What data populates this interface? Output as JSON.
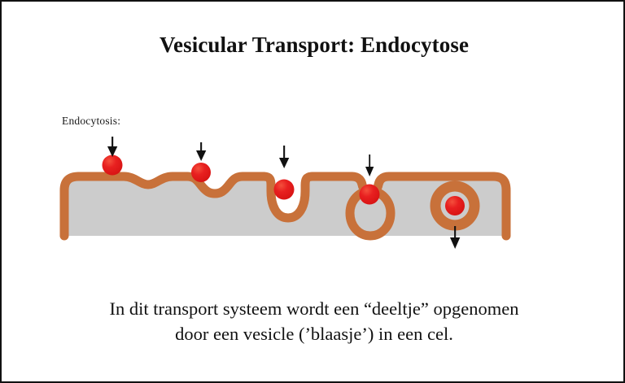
{
  "slide": {
    "title": "Vesicular Transport: Endocytose",
    "border_color": "#111111",
    "background": "#ffffff"
  },
  "diagram": {
    "label": "Endocytosis:",
    "membrane_color": "#c8713a",
    "cytoplasm_color": "#cccccc",
    "particle_color": "#e51b1b",
    "particle_highlight": "#f44a3a",
    "vesicle_lumen_color": "#ffffff",
    "arrow_color": "#111111",
    "stages": [
      {
        "name": "particle-approaching-membrane",
        "particle_label": "deeltje",
        "arrow_direction": "down",
        "membrane_shape": "flat-with-shallow-dimple"
      },
      {
        "name": "particle-at-membrane-dimple",
        "particle_label": "deeltje",
        "arrow_direction": "down",
        "membrane_shape": "shallow-invagination"
      },
      {
        "name": "membrane-invagination-forming-pocket",
        "particle_label": "deeltje",
        "arrow_direction": "down",
        "membrane_shape": "deep-u-pocket"
      },
      {
        "name": "vesicle-neck-pinching-off",
        "particle_label": "deeltje",
        "arrow_direction": "down",
        "membrane_shape": "nearly-closed-vesicle"
      },
      {
        "name": "free-vesicle-inside-cell",
        "particle_label": "deeltje",
        "arrow_direction": "down",
        "membrane_shape": "detached-vesicle"
      }
    ]
  },
  "caption": {
    "line1": "In dit transport systeem wordt een “deeltje” opgenomen",
    "line2": "door een vesicle (’blaasje’) in een cel."
  }
}
